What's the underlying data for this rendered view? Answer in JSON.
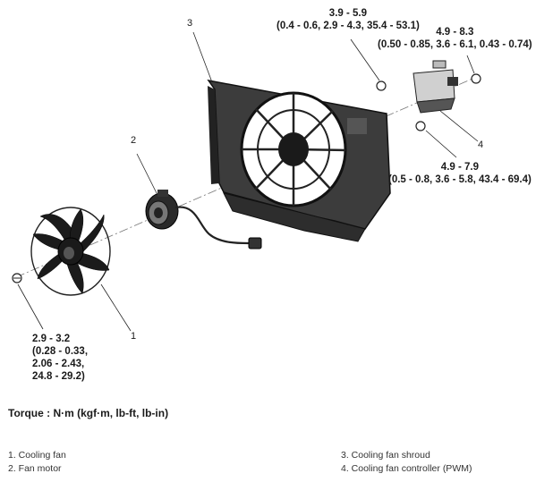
{
  "callouts": {
    "t_top": [
      "3.9 - 5.9",
      "(0.4 - 0.6, 2.9 - 4.3, 35.4 - 53.1)"
    ],
    "t_right": [
      "4.9 - 8.3",
      "(0.50 - 0.85, 3.6 - 6.1, 0.43 - 0.74)"
    ],
    "t_mid": [
      "4.9 - 7.9",
      "(0.5 - 0.8, 3.6 - 5.8, 43.4 - 69.4)"
    ],
    "t_left": [
      "2.9 - 3.2",
      "(0.28 - 0.33,",
      "2.06 - 2.43,",
      "24.8 - 29.2)"
    ]
  },
  "numbers": {
    "n1": "1",
    "n2": "2",
    "n3": "3",
    "n4": "4"
  },
  "torque_unit": "Torque : N·m (kgf·m, lb-ft, lb-in)",
  "legend": {
    "item1": "1. Cooling fan",
    "item2": "2. Fan motor",
    "item3": "3. Cooling fan shroud",
    "item4": "4. Cooling fan controller (PWM)"
  }
}
